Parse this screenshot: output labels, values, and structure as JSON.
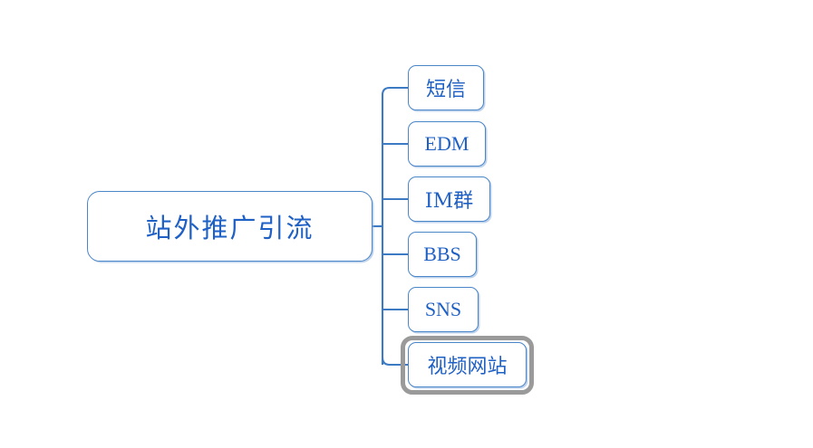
{
  "diagram": {
    "type": "mind-map",
    "background_color": "#FFFFFF",
    "accent_color": "#4A86C8",
    "text_color": "#1F60C4",
    "selection_color": "#9A9A9A",
    "root": {
      "label": "站外推广引流"
    },
    "branches": [
      {
        "label": "短信",
        "selected": false
      },
      {
        "label": "EDM",
        "selected": false
      },
      {
        "label": "IM群",
        "selected": false
      },
      {
        "label": "BBS",
        "selected": false
      },
      {
        "label": "SNS",
        "selected": false
      },
      {
        "label": "视频网站",
        "selected": true
      }
    ]
  }
}
